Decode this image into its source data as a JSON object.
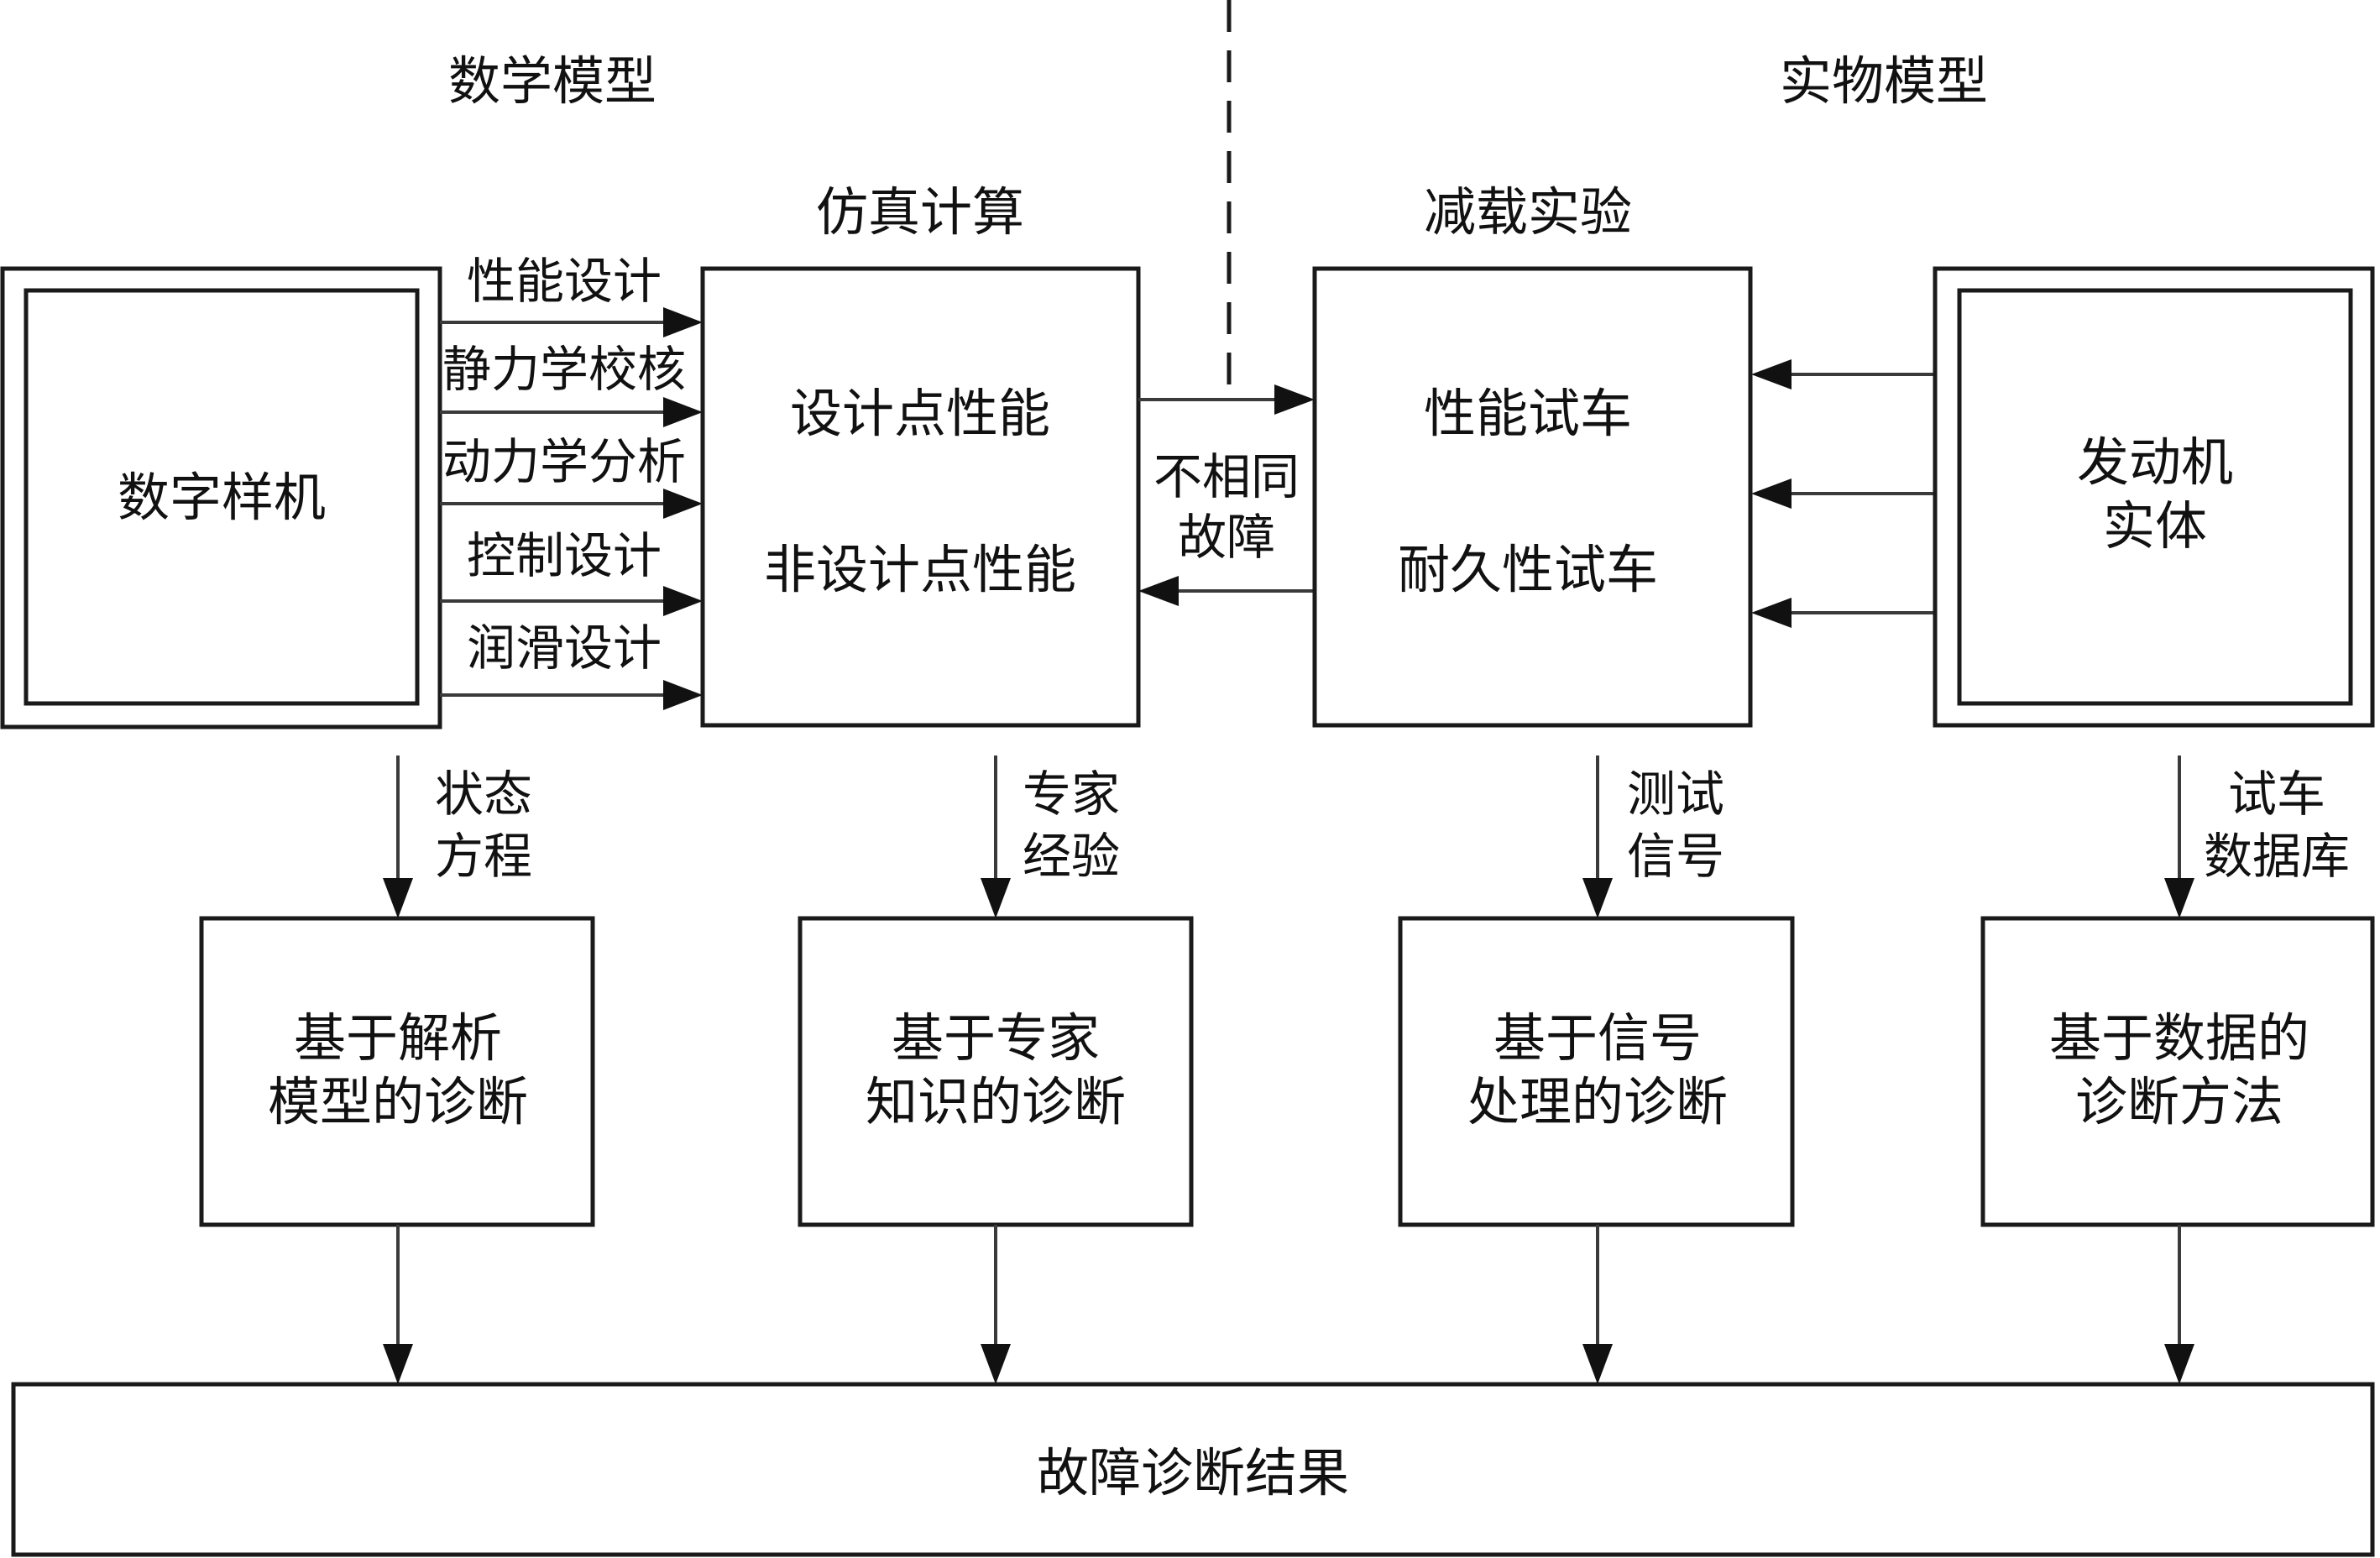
{
  "sections": {
    "math_model": "数学模型",
    "physical_model": "实物模型"
  },
  "top_row": {
    "digital_prototype": {
      "label": "数字样机"
    },
    "simulation": {
      "title": "仿真计算",
      "lines": [
        "设计点性能",
        "非设计点性能"
      ]
    },
    "load_reduction_test": {
      "title": "减载实验",
      "lines": [
        "性能试车",
        "耐久性试车"
      ]
    },
    "engine_entity": {
      "lines": [
        "发动机",
        "实体"
      ]
    }
  },
  "input_arrows": [
    "性能设计",
    "静力学校核",
    "动力学分析",
    "控制设计",
    "润滑设计"
  ],
  "feedback_label": [
    "不相同",
    "故障"
  ],
  "down_labels": [
    [
      "状态",
      "方程"
    ],
    [
      "专家",
      "经验"
    ],
    [
      "测试",
      "信号"
    ],
    [
      "试车",
      "数据库"
    ]
  ],
  "methods": [
    [
      "基于解析",
      "模型的诊断"
    ],
    [
      "基于专家",
      "知识的诊断"
    ],
    [
      "基于信号",
      "处理的诊断"
    ],
    [
      "基于数据的",
      "诊断方法"
    ]
  ],
  "result": {
    "label": "故障诊断结果"
  }
}
